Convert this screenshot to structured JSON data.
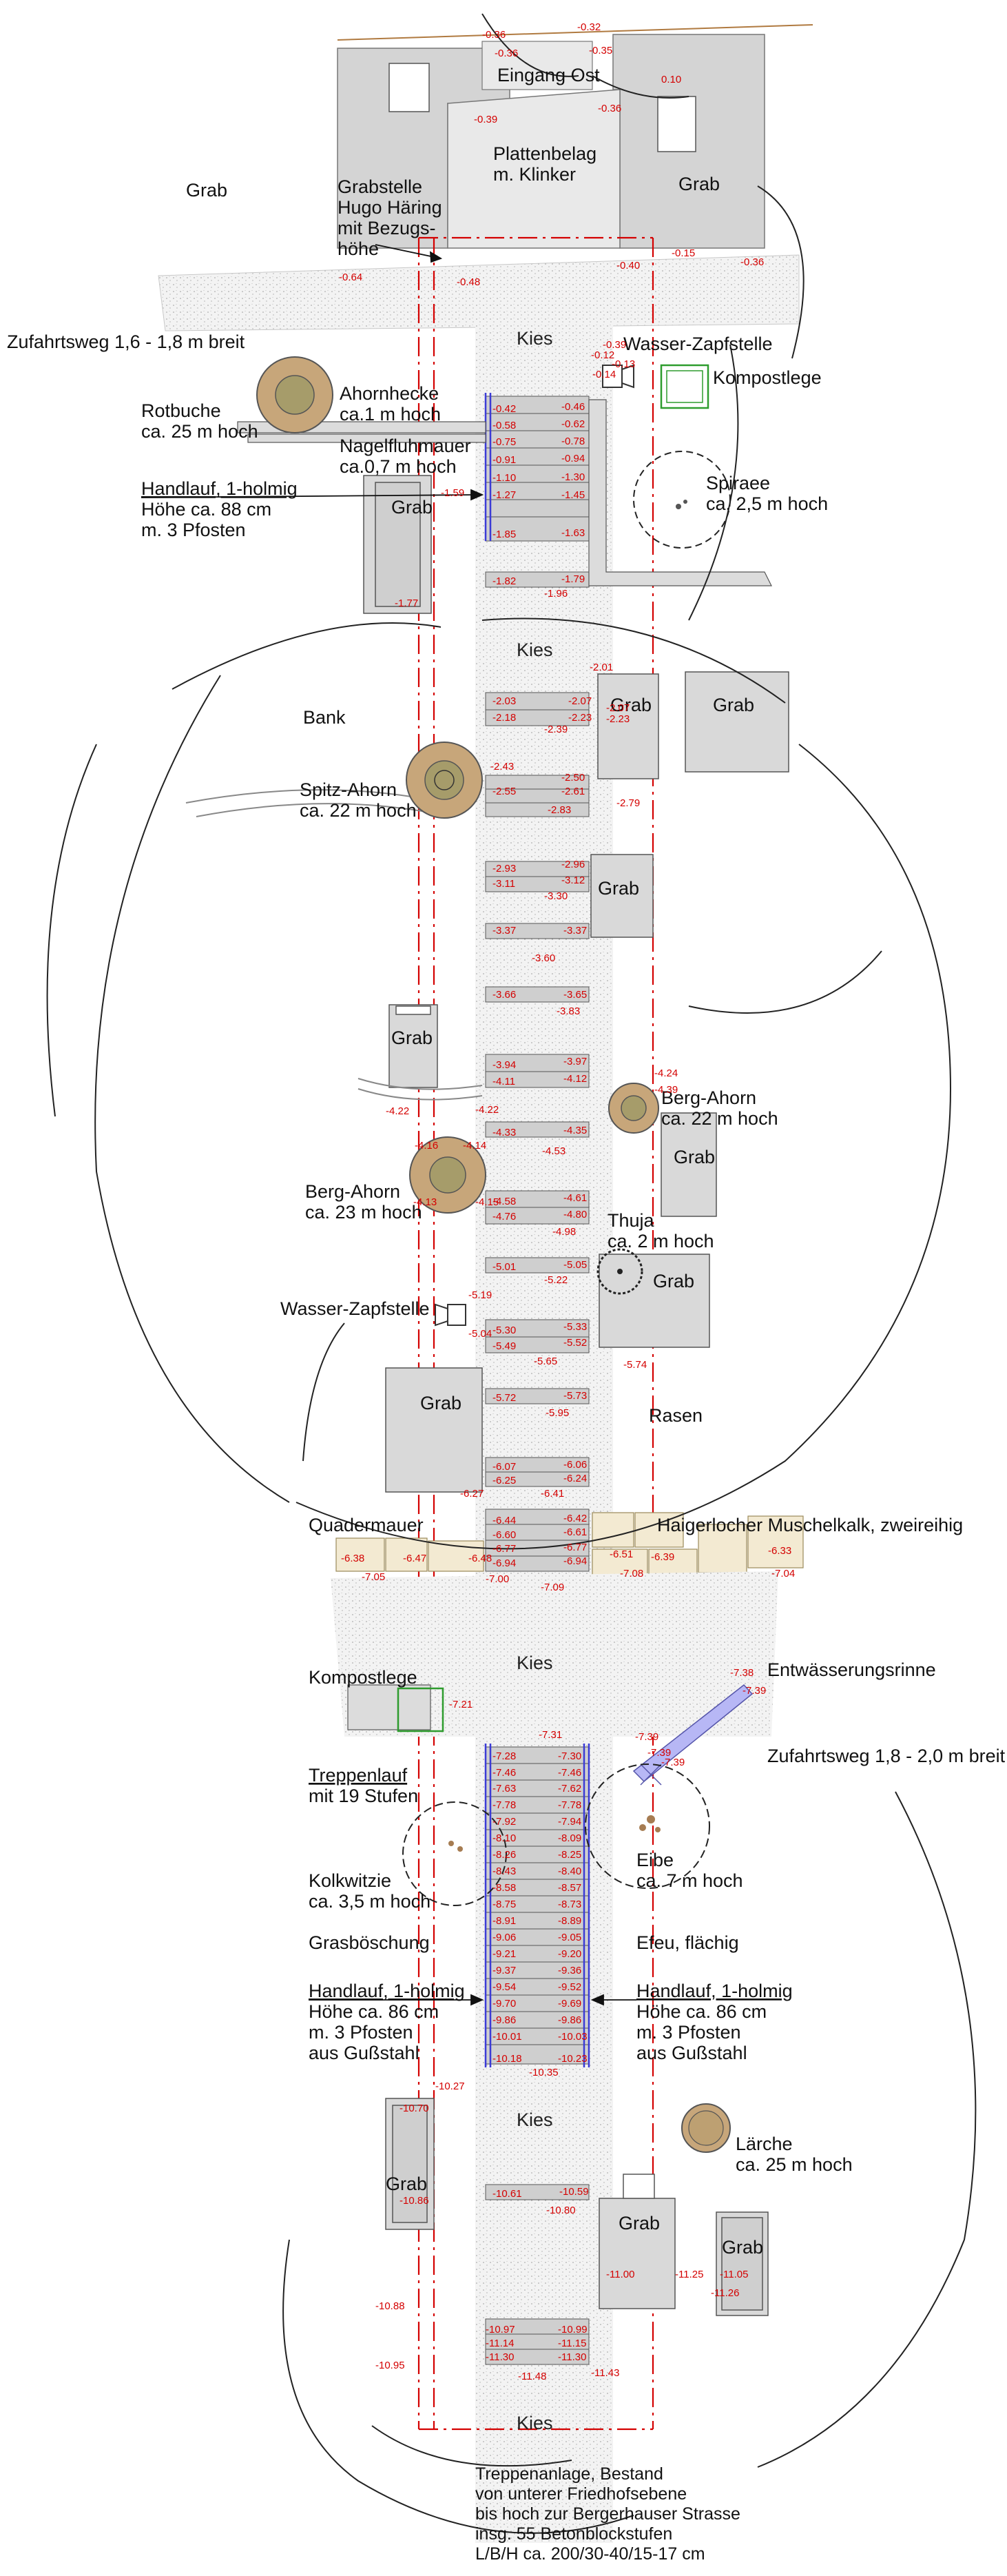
{
  "labels": {
    "eingang_ost": "Eingang Ost",
    "plattenbelag": [
      "Plattenbelag",
      "m. Klinker"
    ],
    "grab": "Grab",
    "grabstelle": [
      "Grabstelle",
      "Hugo Häring",
      "mit Bezugs-",
      "höhe"
    ],
    "zufahrtsweg_top": "Zufahrtsweg 1,6 - 1,8 m breit",
    "kies": "Kies",
    "wasser_zapfstelle_top": "Wasser-Zapfstelle",
    "kompostlege_top": "Kompostlege",
    "rotbuche": [
      "Rotbuche",
      "ca. 25 m hoch"
    ],
    "ahornhecke": [
      "Ahornhecke",
      "ca.1 m hoch"
    ],
    "nagelfluhmauer": [
      "Nagelfluhmauer",
      "ca.0,7 m hoch"
    ],
    "handlauf_top": [
      "Handlauf, 1-holmig",
      "Höhe ca. 88 cm",
      "m. 3 Pfosten"
    ],
    "spiraee": [
      "Spiraee",
      "ca. 2,5 m hoch"
    ],
    "bank": "Bank",
    "spitz_ahorn": [
      "Spitz-Ahorn",
      "ca. 22 m hoch"
    ],
    "berg_ahorn_right": [
      "Berg-Ahorn",
      "ca. 22 m hoch"
    ],
    "berg_ahorn_left": [
      "Berg-Ahorn",
      "ca. 23 m hoch"
    ],
    "thuja": [
      "Thuja",
      "ca. 2 m hoch"
    ],
    "wasser_zapfstelle_mid": "Wasser-Zapfstelle",
    "rasen": "Rasen",
    "quadermauer": "Quadermauer",
    "haigerlocher": "Haigerlocher Muschelkalk, zweireihig",
    "kompostlege_low": "Kompostlege",
    "entwaesserungsrinne": "Entwässerungsrinne",
    "zufahrtsweg_low": "Zufahrtsweg 1,8 - 2,0 m breit",
    "treppenlauf": [
      "Treppenlauf",
      "mit 19 Stufen"
    ],
    "eibe": [
      "Eibe",
      "ca. 7 m hoch"
    ],
    "kolkwitzie": [
      "Kolkwitzie",
      "ca. 3,5 m hoch"
    ],
    "grasboeschung": "Grasböschung",
    "efeu": "Efeu, flächig",
    "handlauf_left": [
      "Handlauf, 1-holmig",
      "Höhe ca. 86 cm",
      "m. 3 Pfosten",
      "aus Gußstahl"
    ],
    "handlauf_right": [
      "Handlauf, 1-holmig",
      "Höhe ca. 86 cm",
      "m. 3 Pfosten",
      "aus Gußstahl"
    ],
    "laerche": [
      "Lärche",
      "ca. 25 m hoch"
    ],
    "footer": [
      "Treppenanlage, Bestand",
      "von unterer Friedhofsebene",
      "bis hoch zur Bergerhauser Strasse",
      "insg. 55 Betonblockstufen",
      "L/B/H  ca. 200/30-40/15-17 cm"
    ]
  },
  "elevations": {
    "top": [
      "-0.36",
      "-0.36",
      "-0.32",
      "-0.35",
      "-0.39",
      "-0.36",
      "0.10",
      "-0.64",
      "-0.48",
      "-0.40",
      "-0.15",
      "-0.36",
      "-0.12",
      "-0.39",
      "-0.13",
      "-0.14"
    ],
    "flight1": [
      "-0.42",
      "-0.46",
      "-0.58",
      "-0.62",
      "-0.75",
      "-0.78",
      "-0.91",
      "-0.94",
      "-1.10",
      "-1.30",
      "-1.27",
      "-1.45",
      "-1.85",
      "-1.63",
      "-1.59",
      "-1.82",
      "-1.79",
      "-1.77",
      "-1.96"
    ],
    "flight2": [
      "-2.01",
      "-2.03",
      "-2.07",
      "-2.18",
      "-2.23",
      "-2.39",
      "-2.07",
      "-2.23",
      "-2.43",
      "-2.50",
      "-2.55",
      "-2.61",
      "-2.83",
      "-2.79"
    ],
    "flight3": [
      "-2.93",
      "-2.96",
      "-3.11",
      "-3.12",
      "-3.30",
      "-3.37",
      "-3.37",
      "-3.60",
      "-3.66",
      "-3.65",
      "-3.83"
    ],
    "flight4": [
      "-3.94",
      "-3.97",
      "-4.11",
      "-4.12",
      "-4.22",
      "-4.22",
      "-4.16",
      "-4.14",
      "-4.33",
      "-4.35",
      "-4.53",
      "-4.58",
      "-4.61",
      "-4.76",
      "-4.80",
      "-4.98",
      "-4.39",
      "-4.13",
      "-4.15",
      "-4.24"
    ],
    "flight5": [
      "-5.01",
      "-5.05",
      "-5.22",
      "-5.19",
      "-5.30",
      "-5.33",
      "-5.49",
      "-5.52",
      "-5.65",
      "-5.74",
      "-5.72",
      "-5.73",
      "-5.95",
      "-5.04"
    ],
    "flight6": [
      "-6.07",
      "-6.06",
      "-6.25",
      "-6.24",
      "-6.27",
      "-6.41",
      "-6.44",
      "-6.42",
      "-6.60",
      "-6.61",
      "-6.77",
      "-6.77",
      "-6.94",
      "-6.94",
      "-6.38",
      "-6.47",
      "-6.48",
      "-7.05",
      "-7.00",
      "-7.09",
      "-6.51",
      "-6.39",
      "-7.08",
      "-6.33",
      "-7.04"
    ],
    "flight7": [
      "-7.21",
      "-7.31",
      "-7.38",
      "-7.39",
      "-7.39",
      "-7.39",
      "-7.39",
      "-7.28",
      "-7.30",
      "-7.46",
      "-7.46",
      "-7.63",
      "-7.62",
      "-7.78",
      "-7.78",
      "-7.92",
      "-7.94",
      "-8.10",
      "-8.09",
      "-8.26",
      "-8.25",
      "-8.43",
      "-8.40",
      "-8.58",
      "-8.57",
      "-8.75",
      "-8.73",
      "-8.91",
      "-8.89",
      "-9.06",
      "-9.05",
      "-9.21",
      "-9.20",
      "-9.37",
      "-9.36",
      "-9.54",
      "-9.52",
      "-9.70",
      "-9.69",
      "-9.86",
      "-9.86",
      "-10.01",
      "-10.03",
      "-10.18",
      "-10.23",
      "-10.35",
      "-10.27"
    ],
    "bottom": [
      "-10.70",
      "-10.86",
      "-10.61",
      "-10.59",
      "-10.80",
      "-10.88",
      "-10.95",
      "-10.97",
      "-10.99",
      "-11.14",
      "-11.15",
      "-11.30",
      "-11.30",
      "-11.48",
      "-11.43",
      "-11.00",
      "-11.25",
      "-11.05",
      "-11.26"
    ]
  },
  "legend_colors": {
    "pavement": "#d4d4d4",
    "gravel": "#efefef",
    "stair_step": "#c8c8c8",
    "wall_stone": "#f3ead2",
    "tree_outer": "#c7a67a",
    "tree_inner": "#a69c6a",
    "compost": "#2e9c2e",
    "property_line": "#d40000",
    "handrail": "#3b3bd6",
    "drain": "#b7b7f5"
  }
}
